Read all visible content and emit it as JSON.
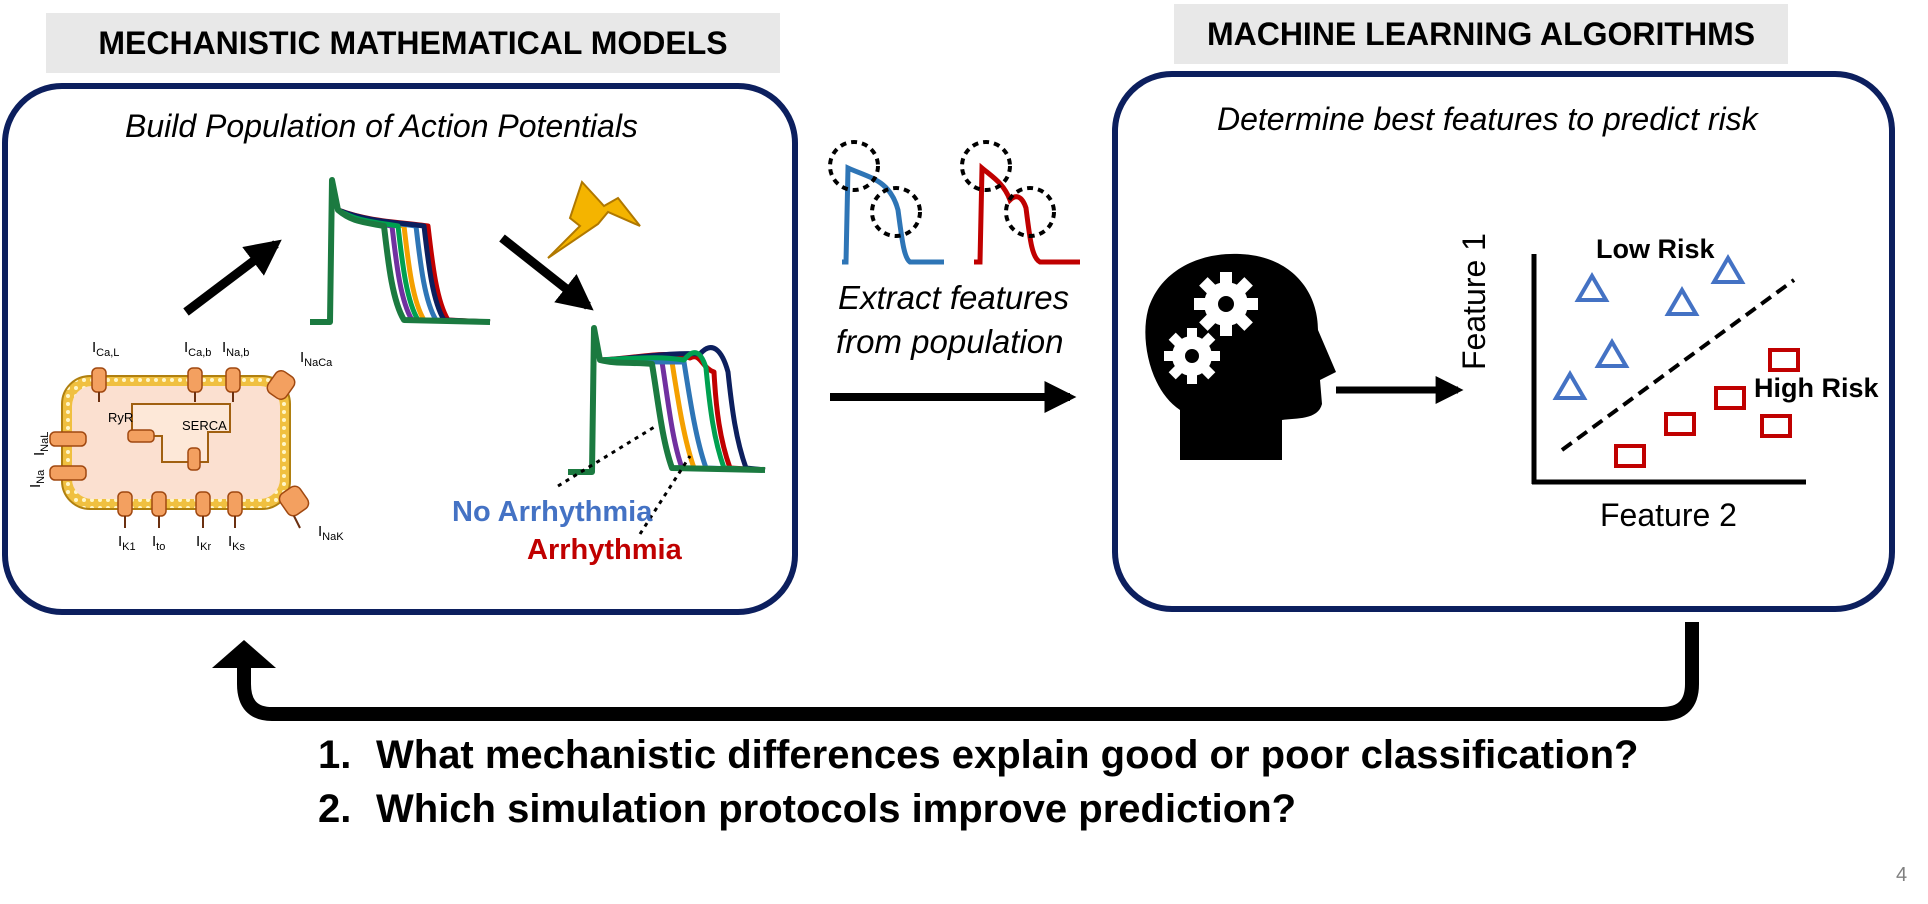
{
  "left": {
    "banner": "MECHANISTIC MATHEMATICAL MODELS",
    "subtitle": "Build Population of Action Potentials",
    "no_arrhythmia": "No Arrhythmia",
    "arrhythmia": "Arrhythmia",
    "currents": {
      "ica_l": [
        "I",
        "Ca,L"
      ],
      "ica_b": [
        "I",
        "Ca,b"
      ],
      "ina_b": [
        "I",
        "Na,b"
      ],
      "inaca": [
        "I",
        "NaCa"
      ],
      "inal": [
        "I",
        "NaL"
      ],
      "ina": [
        "I",
        "Na"
      ],
      "ik1": [
        "I",
        "K1"
      ],
      "ito": [
        "I",
        "to"
      ],
      "ikr": [
        "I",
        "Kr"
      ],
      "iks": [
        "I",
        "Ks"
      ],
      "inak": [
        "I",
        "NaK"
      ],
      "ryr": "RyR",
      "serca": "SERCA"
    }
  },
  "middle": {
    "extract_line1": "Extract features",
    "extract_line2": "from population"
  },
  "right": {
    "banner": "MACHINE LEARNING ALGORITHMS",
    "subtitle": "Determine best features to predict risk",
    "low_risk": "Low Risk",
    "high_risk": "High Risk",
    "feature1": "Feature 1",
    "feature2": "Feature 2"
  },
  "questions": [
    {
      "num": "1.",
      "text": "What mechanistic differences explain good or poor classification?"
    },
    {
      "num": "2.",
      "text": "Which simulation protocols improve prediction?"
    }
  ],
  "page_number": "4",
  "colors": {
    "panel_border": "#0c1f5e",
    "no_arrhythmia": "#4472c4",
    "arrhythmia": "#c00000",
    "triangle": "#4472c4",
    "square": "#c00000",
    "bolt": "#f4b400"
  }
}
